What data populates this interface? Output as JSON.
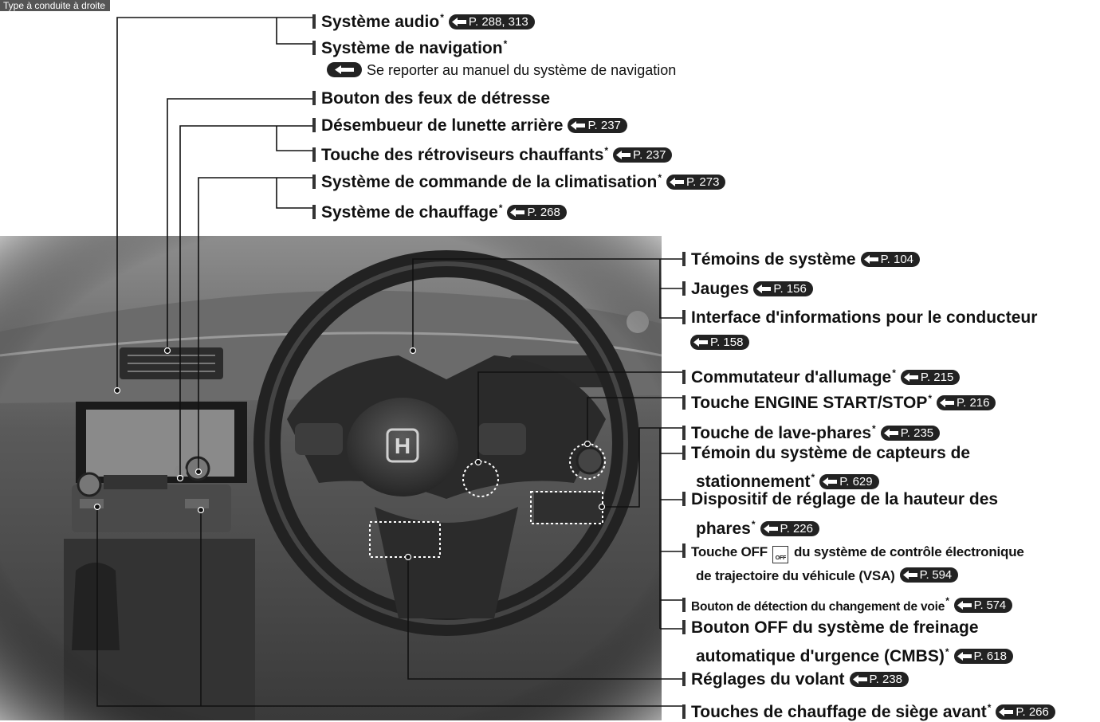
{
  "section_tag": "Type à conduite à droite",
  "labels": {
    "audio": {
      "text": "Système audio",
      "ref": "P. 288, 313"
    },
    "nav": {
      "text": "Système de navigation"
    },
    "nav_sub": {
      "text": "Se reporter au manuel du système de navigation"
    },
    "hazard": {
      "text": "Bouton des feux de détresse"
    },
    "defogger": {
      "text": "Désembueur de lunette arrière",
      "ref": "P. 237"
    },
    "mirrors": {
      "text": "Touche des rétroviseurs chauffants",
      "ref": "P. 237"
    },
    "climate": {
      "text": "Système de commande de la climatisation",
      "ref": "P. 273"
    },
    "heating": {
      "text": "Système de chauffage",
      "ref": "P. 268"
    },
    "indicators": {
      "text": "Témoins de système",
      "ref": "P. 104"
    },
    "gauges": {
      "text": "Jauges",
      "ref": "P. 156"
    },
    "dii1": {
      "text": "Interface d'informations pour le conducteur"
    },
    "dii_ref": {
      "ref": "P. 158"
    },
    "ignition": {
      "text": "Commutateur d'allumage",
      "ref": "P. 215"
    },
    "engine": {
      "text": "Touche ENGINE START/STOP",
      "ref": "P. 216"
    },
    "washer": {
      "text": "Touche de lave-phares",
      "ref": "P. 235"
    },
    "parking1": {
      "text": "Témoin du système de capteurs de"
    },
    "parking2": {
      "text": "stationnement",
      "ref": "P. 629"
    },
    "headlight1": {
      "text": "Dispositif de réglage de la hauteur des"
    },
    "headlight2": {
      "text": "phares",
      "ref": "P. 226"
    },
    "vsa1": {
      "text_a": "Touche OFF",
      "text_b": "du système de contrôle électronique"
    },
    "vsa2": {
      "text": "de trajectoire du véhicule (VSA)",
      "ref": "P. 594"
    },
    "lane": {
      "text": "Bouton de détection du changement de voie",
      "ref": "P. 574"
    },
    "cmbs1": {
      "text": "Bouton OFF du système de freinage"
    },
    "cmbs2": {
      "text": "automatique d'urgence (CMBS)",
      "ref": "P. 618"
    },
    "steering": {
      "text": "Réglages du volant",
      "ref": "P. 238"
    },
    "seat": {
      "text": "Touches de chauffage de siège avant",
      "ref": "P. 266"
    }
  },
  "asterisk": "*",
  "emblem_text": "H",
  "vsa_icon_text": "OFF"
}
